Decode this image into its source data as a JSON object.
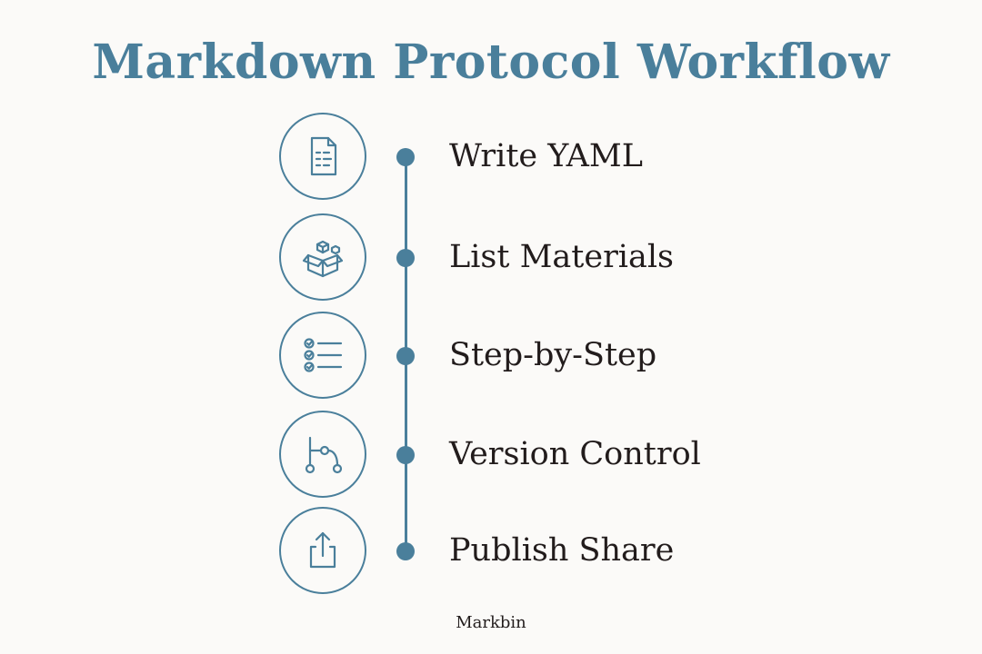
{
  "title": "Markdown Protocol Workflow",
  "colors": {
    "accent": "#4a7f9b",
    "text": "#221c1c",
    "background": "#fbfaf8"
  },
  "steps": [
    {
      "label": "Write YAML",
      "icon": "document-icon"
    },
    {
      "label": "List Materials",
      "icon": "box-icon"
    },
    {
      "label": "Step-by-Step",
      "icon": "checklist-icon"
    },
    {
      "label": "Version Control",
      "icon": "branch-icon"
    },
    {
      "label": "Publish Share",
      "icon": "share-icon"
    }
  ],
  "footer": "Markbin"
}
